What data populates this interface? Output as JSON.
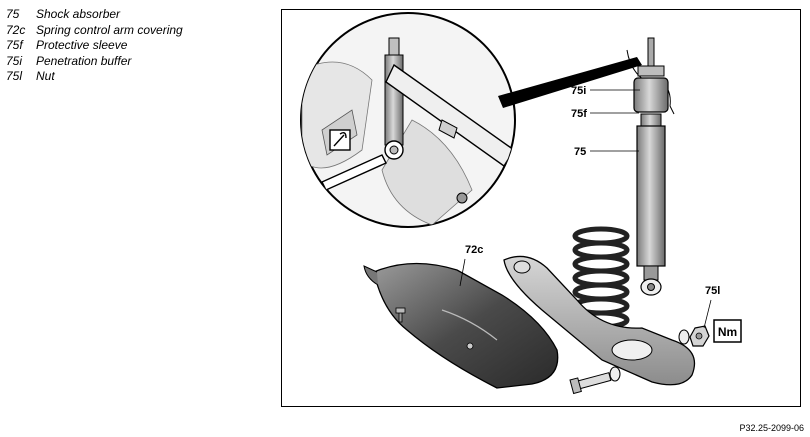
{
  "legend": [
    {
      "code": "75",
      "text": "Shock absorber"
    },
    {
      "code": "72c",
      "text": "Spring control arm covering"
    },
    {
      "code": "75f",
      "text": "Protective sleeve"
    },
    {
      "code": "75i",
      "text": "Penetration buffer"
    },
    {
      "code": "75l",
      "text": "Nut"
    }
  ],
  "callouts": {
    "c75i": "75i",
    "c75f": "75f",
    "c75": "75",
    "c72c": "72c",
    "c75l": "75l"
  },
  "nm_box": "Nm",
  "figure_id": "P32.25-2099-06"
}
